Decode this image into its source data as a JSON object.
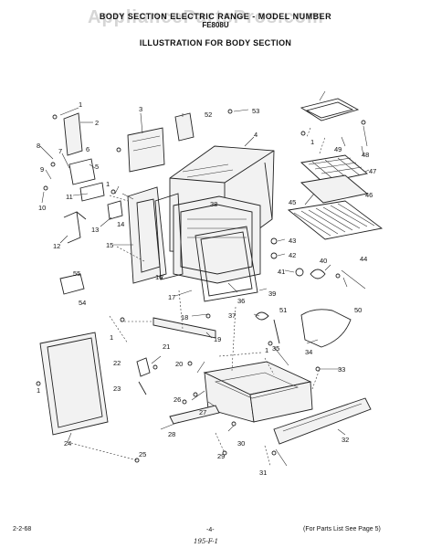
{
  "header": {
    "watermark": "AppliancePartsPros.com",
    "line1": "BODY SECTION ELECTRIC RANGE - MODEL NUMBER",
    "line2": "FE808U",
    "line3": "ILLUSTRATION FOR BODY SECTION"
  },
  "footer": {
    "left_code": "2-2-68",
    "page": "-4-",
    "right_note": "(For Parts List See Page 5)",
    "handwritten": "195-F-1"
  },
  "callouts": [
    "1",
    "2",
    "3",
    "4",
    "5",
    "6",
    "7",
    "8",
    "9",
    "10",
    "11",
    "12",
    "13",
    "14",
    "15",
    "16",
    "17",
    "18",
    "19",
    "20",
    "21",
    "22",
    "23",
    "24",
    "25",
    "26",
    "27",
    "28",
    "29",
    "30",
    "31",
    "32",
    "33",
    "34",
    "35",
    "36",
    "37",
    "38",
    "39",
    "40",
    "41",
    "42",
    "43",
    "44",
    "45",
    "46",
    "47",
    "48",
    "49",
    "50",
    "51",
    "52",
    "53",
    "54",
    "55"
  ]
}
